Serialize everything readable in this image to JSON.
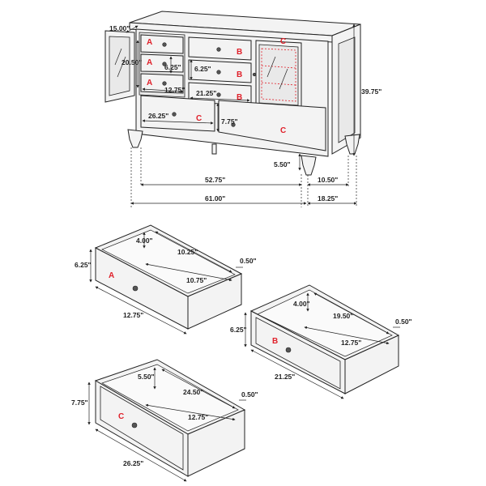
{
  "dresser": {
    "depth_top": "15.00\"",
    "door_height": "20.50\"",
    "drawer_a_height": "6.25\"",
    "drawer_b_height": "6.25\"",
    "drawer_a_width": "12.75\"",
    "drawer_b_width": "21.25\"",
    "drawer_c_width": "26.25\"",
    "drawer_c_height": "7.75\"",
    "overall_height": "39.75\"",
    "leg_height": "5.50\"",
    "inner_width": "52.75\"",
    "overall_width": "61.00\"",
    "side_inner_depth": "10.50\"",
    "side_depth": "18.25\"",
    "labels": {
      "a": "A",
      "b": "B",
      "c": "C"
    }
  },
  "drawer_a": {
    "label": "A",
    "inner_depth": "4.00\"",
    "inner_length": "10.25\"",
    "side_thickness": "0.50\"",
    "height": "6.25\"",
    "inner_width": "10.75\"",
    "width": "12.75\""
  },
  "drawer_b": {
    "label": "B",
    "inner_depth": "4.00\"",
    "inner_length": "19.50\"",
    "side_thickness": "0.50\"",
    "height": "6.25\"",
    "inner_width": "12.75\"",
    "width": "21.25\""
  },
  "drawer_c": {
    "label": "C",
    "inner_depth": "5.50\"",
    "inner_length": "24.50\"",
    "side_thickness": "0.50\"",
    "height": "7.75\"",
    "inner_width": "12.75\"",
    "width": "26.25\""
  }
}
